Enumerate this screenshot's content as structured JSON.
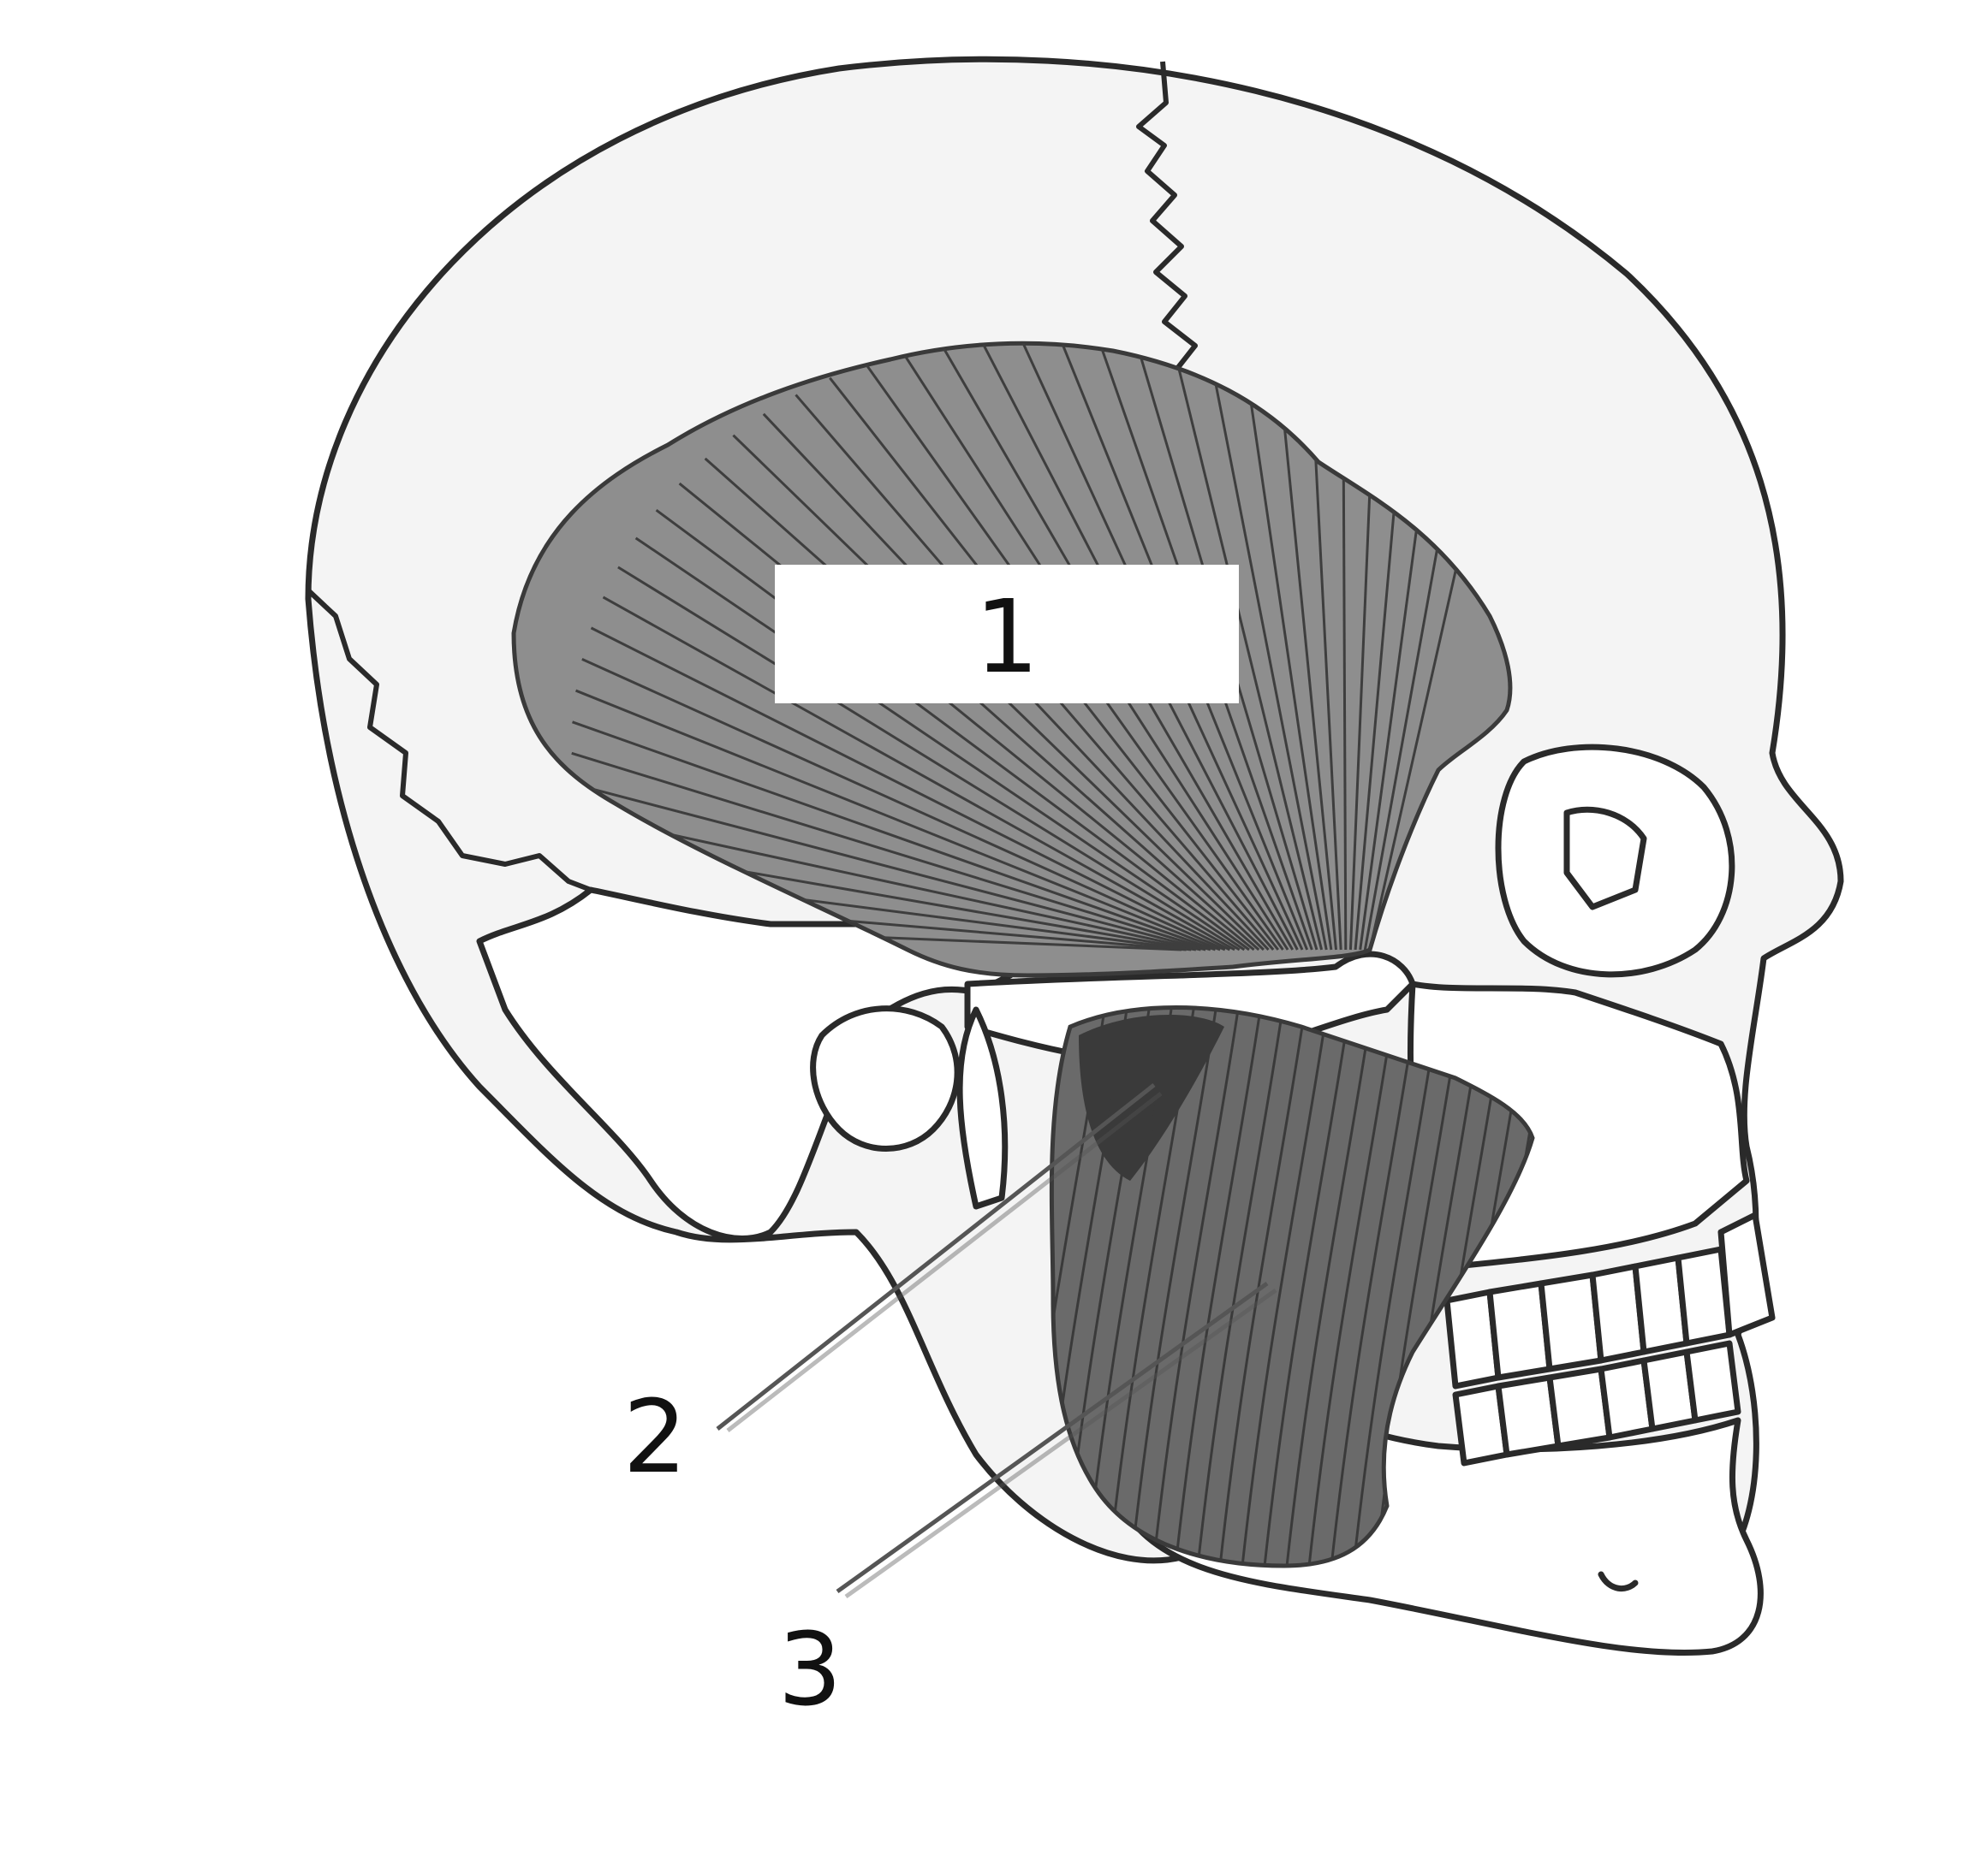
{
  "diagram": {
    "labels": [
      {
        "id": "1",
        "text": "1"
      },
      {
        "id": "2",
        "text": "2"
      },
      {
        "id": "3",
        "text": "3"
      }
    ]
  },
  "colors": {
    "temporalis_fill": "#8e8e8e",
    "masseter_fill": "#6a6a6a",
    "bone_outline": "#2a2a2a",
    "label_box": "#ffffff"
  }
}
